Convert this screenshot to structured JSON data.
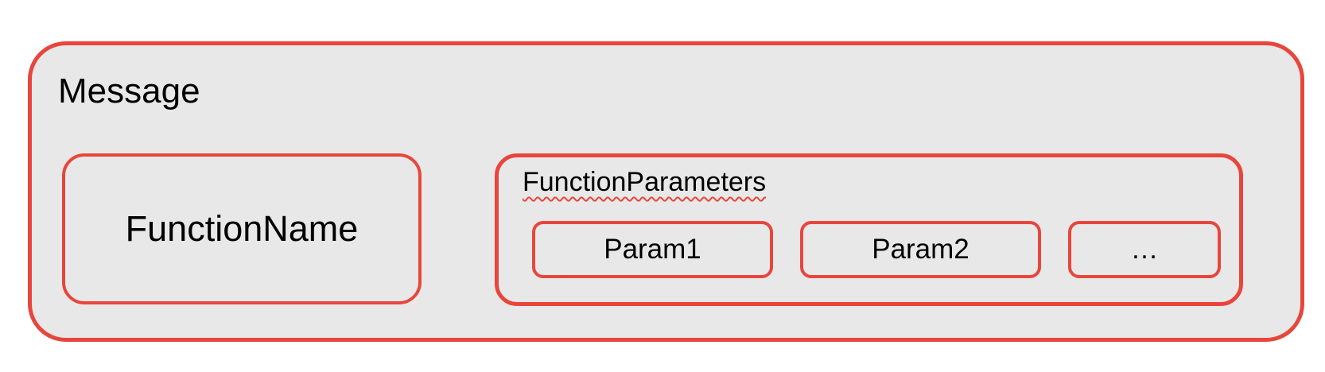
{
  "colors": {
    "accent": "#e8463c",
    "panel_fill": "#e8e8e8",
    "text": "#000000",
    "page_bg": "#ffffff"
  },
  "diagram": {
    "message": {
      "label": "Message"
    },
    "function_name": {
      "label": "FunctionName"
    },
    "function_parameters": {
      "label": "FunctionParameters",
      "params": [
        {
          "label": "Param1"
        },
        {
          "label": "Param2"
        },
        {
          "label": "…"
        }
      ]
    }
  }
}
